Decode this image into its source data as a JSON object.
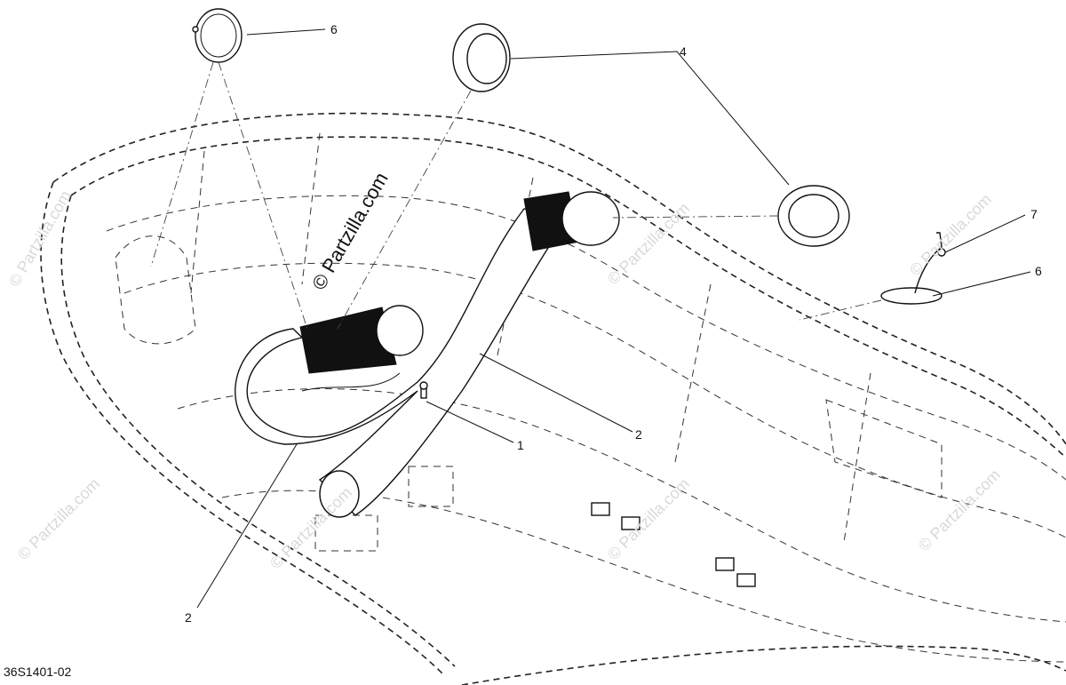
{
  "diagram_code": "36S1401-02",
  "watermark_main": "© Partzilla.com",
  "watermark_faint": "© Partzilla.com",
  "callouts": {
    "c6_top": "6",
    "c4": "4",
    "c7": "7",
    "c6_right": "6",
    "c2_mid": "2",
    "c1": "1",
    "c2_bottom": "2"
  }
}
